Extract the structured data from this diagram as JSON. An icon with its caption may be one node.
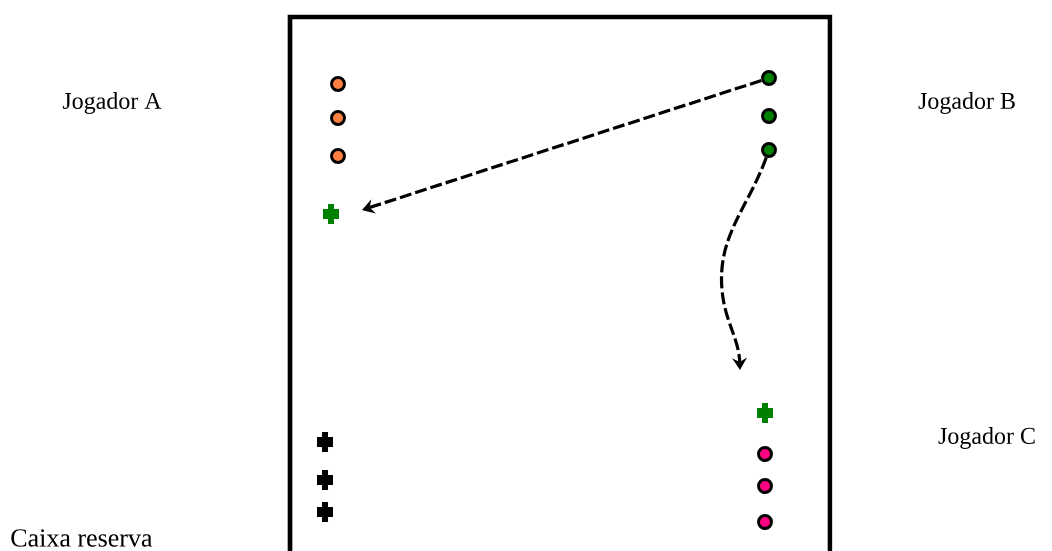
{
  "diagram": {
    "nodes": [
      {
        "text": [],
        "shape": "box"
      },
      {
        "text": [],
        "shape": "circle",
        "in": 0
      },
      {
        "text": [],
        "shape": "circle",
        "in": 0
      },
      {
        "text": [],
        "shape": "circle",
        "in": 0
      },
      {
        "text": [],
        "shape": "circle",
        "in": 0
      },
      {
        "text": [],
        "shape": "circle",
        "in": 0
      },
      {
        "text": [],
        "shape": "circle",
        "in": 0
      },
      {
        "text": [],
        "shape": "cross",
        "in": 0
      },
      {
        "text": [],
        "shape": "cross",
        "in": 0
      },
      {
        "text": [],
        "shape": "cross",
        "in": 0
      },
      {
        "text": [],
        "shape": "circle",
        "in": 0
      },
      {
        "text": [],
        "shape": "cross",
        "in": 0
      },
      {
        "text": [],
        "shape": "circle",
        "in": 0
      },
      {
        "text": [],
        "shape": "cross",
        "in": 0
      },
      {
        "text": [],
        "shape": "circle",
        "in": 0
      }
    ],
    "edges": [
      {
        "from": 2,
        "to": null,
        "arrow": "to",
        "style": "dashed"
      },
      {
        "from": 6,
        "to": null,
        "arrow": "to",
        "style": "dashed"
      }
    ],
    "labels": [
      "Jogador A",
      "Jogador B",
      "Jogador C",
      "Caixa reserva"
    ]
  }
}
